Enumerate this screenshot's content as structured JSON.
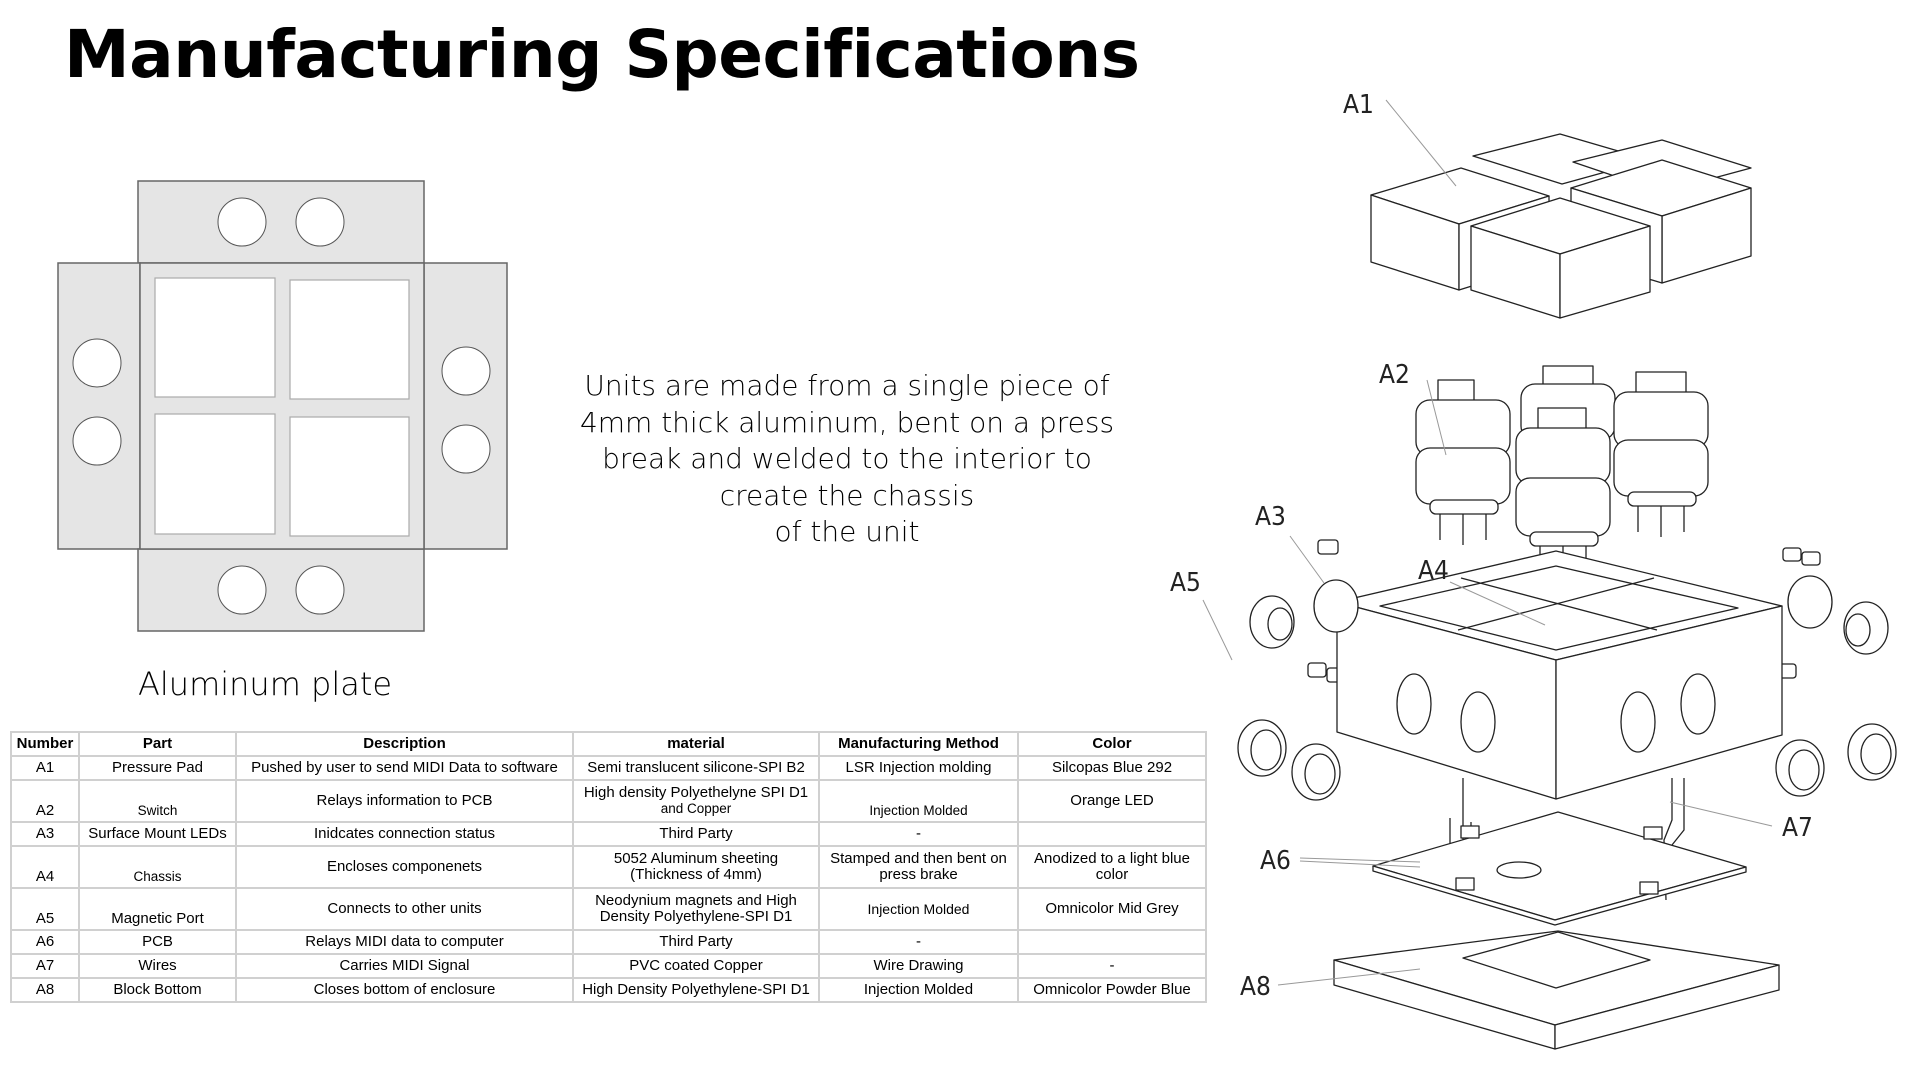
{
  "page": {
    "title": "Manufacturing Specifications"
  },
  "plate": {
    "caption": "Aluminum plate"
  },
  "description": {
    "lines": [
      "Units are made from a single piece of",
      "4mm thick aluminum, bent on a press",
      "break and welded to the interior to",
      "create the chassis",
      "of the unit"
    ]
  },
  "diagram": {
    "labels": [
      "A1",
      "A2",
      "A3",
      "A4",
      "A5",
      "A6",
      "A7",
      "A8"
    ]
  },
  "table": {
    "headers": [
      "Number",
      "Part",
      "Description",
      "material",
      "Manufacturing Method",
      "Color"
    ],
    "rows": [
      [
        "A1",
        "Pressure Pad",
        "Pushed by user to send MIDI Data to software",
        "Semi translucent silicone-SPI B2",
        "LSR Injection molding",
        "Silcopas Blue 292"
      ],
      [
        "A2",
        "Switch",
        "Relays information to PCB",
        "High density Polyethelyne SPI D1",
        "Injection Molded",
        "Orange LED"
      ],
      [
        "A3",
        "Surface Mount LEDs",
        "Inidcates connection status",
        "Third Party",
        "-",
        ""
      ],
      [
        "A4",
        "Chassis",
        "Encloses componenets",
        "5052 Aluminum sheeting (Thickness of 4mm)",
        "Stamped and then bent on press brake",
        "Anodized to a light blue color"
      ],
      [
        "A5",
        "Magnetic Port",
        "Connects to other units",
        "Neodynium magnets and High Density Polyethylene-SPI D1",
        "Injection Molded",
        "Omnicolor Mid Grey"
      ],
      [
        "A6",
        "PCB",
        "Relays MIDI data to computer",
        "Third Party",
        "-",
        ""
      ],
      [
        "A7",
        "Wires",
        "Carries MIDI Signal",
        "PVC coated Copper",
        "Wire Drawing",
        "-"
      ],
      [
        "A8",
        "Block Bottom",
        "Closes bottom of enclosure",
        "High Density Polyethylene-SPI D1",
        "Injection Molded",
        "Omnicolor Powder Blue"
      ]
    ],
    "a2_material_line2": "and Copper"
  }
}
